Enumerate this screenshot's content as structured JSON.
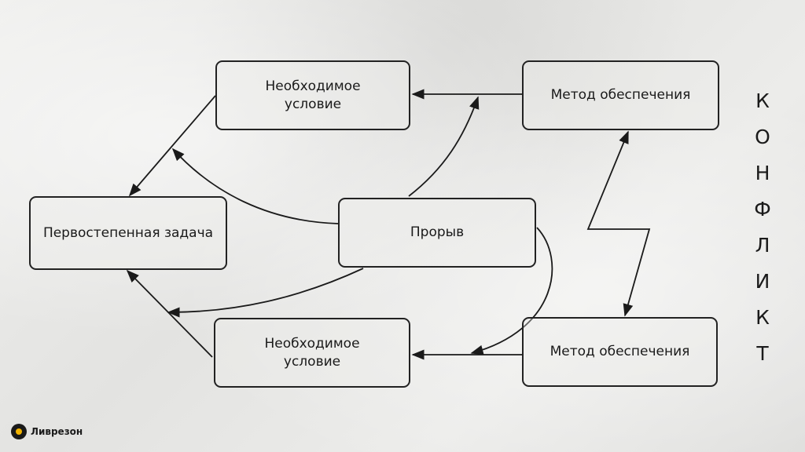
{
  "diagram": {
    "nodes": {
      "primary_task": "Первостепенная задача",
      "condition_top": "Необходимое условие",
      "condition_bottom": "Необходимое условие",
      "method_top": "Метод обеспечения",
      "method_bottom": "Метод обеспечения",
      "breakthrough": "Прорыв"
    },
    "conflict_label": [
      "К",
      "О",
      "Н",
      "Ф",
      "Л",
      "И",
      "К",
      "Т"
    ]
  },
  "logo": {
    "text": "Ливрезон"
  }
}
